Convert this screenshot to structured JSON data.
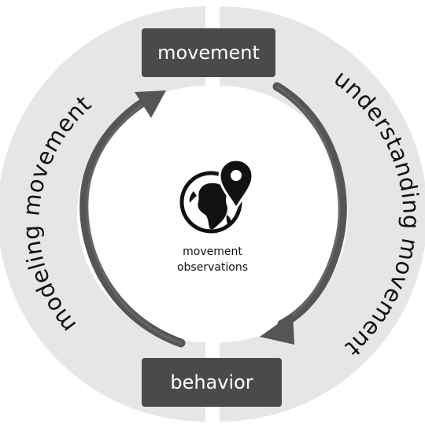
{
  "top_box": {
    "label": "movement"
  },
  "bottom_box": {
    "label": "behavior"
  },
  "left_arc": {
    "label": "modeling movement"
  },
  "right_arc": {
    "label": "understanding movement"
  },
  "center": {
    "line1": "movement",
    "line2": "observations",
    "icon": "globe-location-pin-icon"
  },
  "colors": {
    "ring": "#e6e6e6",
    "box": "#4a4a4a",
    "arrow": "#555555",
    "icon": "#111111"
  }
}
